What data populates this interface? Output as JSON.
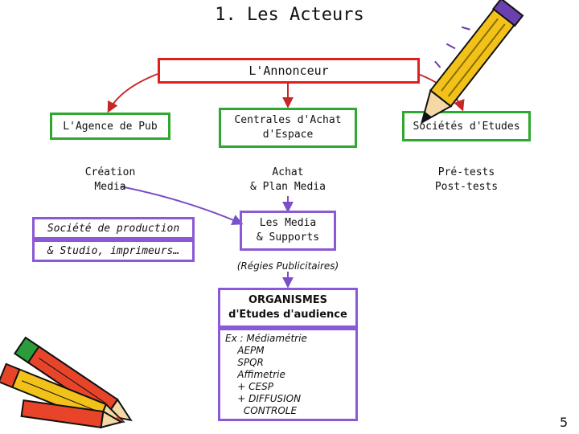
{
  "title": "1. Les Acteurs",
  "annonceur": "L'Annonceur",
  "columns": {
    "agence": {
      "header": "L'Agence de Pub",
      "sub": "Création\nMedia",
      "production_line1": "Société de production",
      "production_line2": "& Studio, imprimeurs…"
    },
    "centrales": {
      "header": "Centrales d'Achat\nd'Espace",
      "sub": "Achat\n& Plan Media",
      "media": "Les Media\n& Supports",
      "regies": "(Régies Publicitaires)"
    },
    "etudes": {
      "header": "Sociétés d'Etudes",
      "sub": "Pré-tests\nPost-tests"
    }
  },
  "organismes": {
    "title": "ORGANISMES\nd'Etudes d'audience",
    "list": "Ex : Médiamétrie\n    AEPM\n    SPQR\n    Affimetrie\n    + CESP\n    + DIFFUSION\n      CONTROLE"
  },
  "page_number": "5",
  "colors": {
    "red": "#e0201d",
    "green": "#2fa82f",
    "purple": "#8a5ad6",
    "arrow_red": "#c62828",
    "arrow_purple": "#7b4fc9"
  },
  "icons": [
    "pencil-icon",
    "crayons-icon"
  ]
}
